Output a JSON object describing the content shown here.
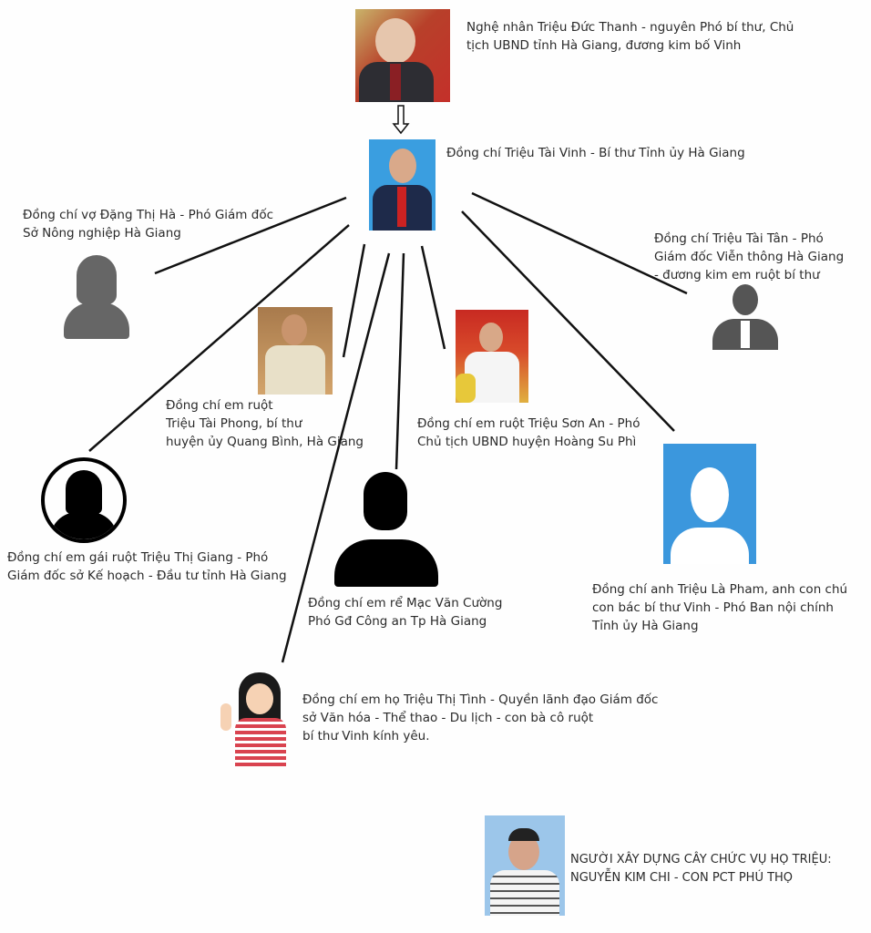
{
  "people": {
    "father": "Nghệ nhân Triệu Đức Thanh - nguyên Phó bí thư, Chủ\ntịch UBND tỉnh Hà Giang, đương kim bố Vinh",
    "vinh": "Đồng chí Triệu Tài Vinh - Bí thư Tỉnh ủy Hà Giang",
    "wife": "Đồng chí vợ Đặng Thị Hà - Phó Giám đốc\nSở Nông nghiệp Hà Giang",
    "tan": "Đồng chí Triệu Tài Tân - Phó\nGiám đốc Viễn thông Hà Giang\n- đương kim em ruột bí thư",
    "phong": "Đồng chí em ruột\nTriệu Tài Phong, bí thư\nhuyện ủy Quang Bình, Hà Giang",
    "son_an": "Đồng chí em ruột Triệu Sơn An - Phó\nChủ tịch UBND huyện Hoàng Su Phì",
    "giang": "Đồng chí em gái ruột Triệu Thị Giang - Phó\nGiám đốc sở Kế hoạch - Đầu tư tỉnh Hà Giang",
    "cuong": "Đồng chí em rể Mạc Văn Cường\nPhó Gđ Công an Tp Hà Giang",
    "pham": "Đồng chí anh Triệu Là Pham, anh con chú\ncon bác bí thư Vinh - Phó  Ban nội chính\nTỉnh ủy Hà Giang",
    "tinh": "Đồng chí em họ Triệu Thị Tình - Quyền lãnh đạo Giám đốc\nsở Văn hóa - Thể thao - Du lịch - con bà cô ruột\nbí thư Vinh kính yêu.",
    "chi": "NGƯỜI XÂY DỰNG CÂY CHỨC VỤ HỌ TRIỆU:\n   NGUYỄN KIM CHI - CON PCT PHÚ THỌ"
  },
  "colors": {
    "avatar_blue": "#3b97dd",
    "line": "#111111"
  }
}
